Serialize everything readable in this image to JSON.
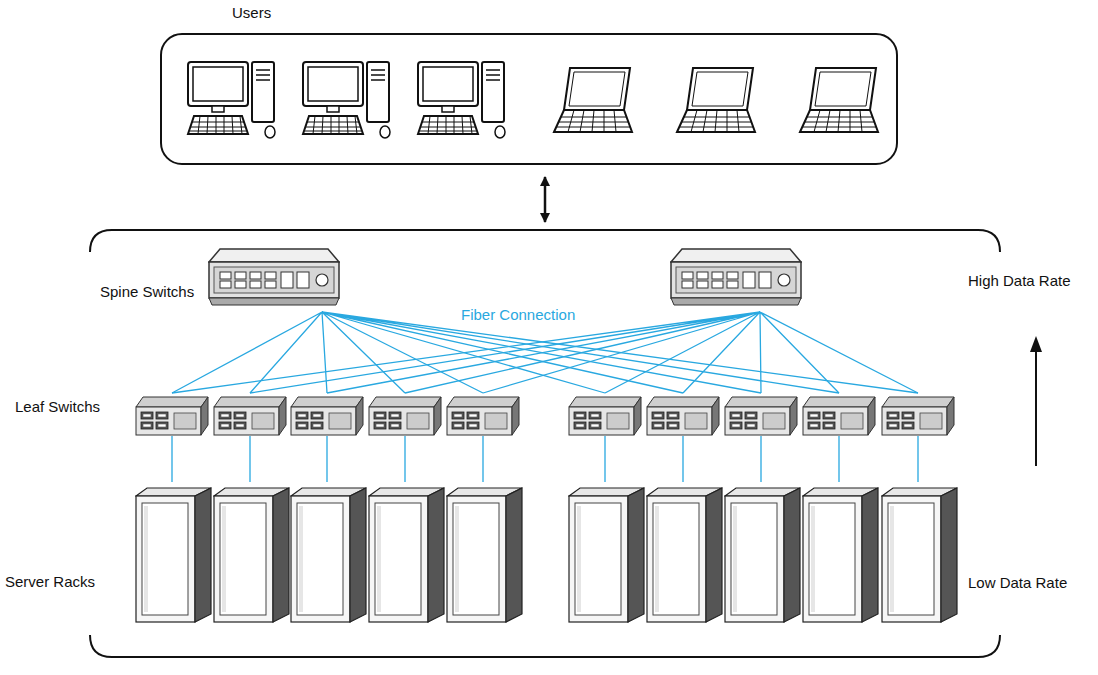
{
  "diagram": {
    "nodes": [
      {
        "text": [
          "Users"
        ]
      },
      {
        "text": [
          "Spine Switchs",
          "Fiber Connection",
          "Leaf Switchs",
          "Server Racks"
        ]
      }
    ],
    "edges": [
      {
        "from": 0,
        "to": 1,
        "arrow": "both"
      }
    ],
    "labels": [
      "High Data Rate",
      "Low Data Rate"
    ]
  }
}
